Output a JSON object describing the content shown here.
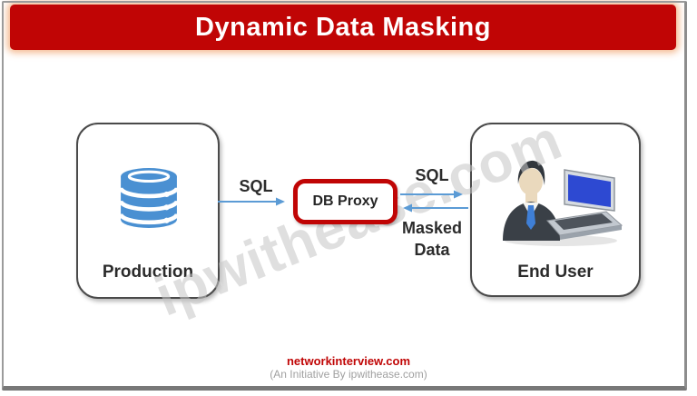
{
  "header": {
    "title": "Dynamic Data Masking"
  },
  "diagram": {
    "production": {
      "label": "Production",
      "icon": "database-icon"
    },
    "db_proxy": {
      "label": "DB Proxy"
    },
    "end_user": {
      "label": "End User",
      "icon": "user-laptop-icon"
    },
    "arrows": [
      {
        "label": "SQL",
        "from": "Production",
        "to": "DB Proxy",
        "direction": "right"
      },
      {
        "label": "SQL",
        "from": "DB Proxy",
        "to": "End User",
        "direction": "right"
      },
      {
        "label": "Masked Data",
        "from": "End User",
        "to": "DB Proxy",
        "direction": "left"
      }
    ]
  },
  "watermark": {
    "text": "ipwithease.com"
  },
  "footer": {
    "site": "networkinterview.com",
    "tagline": "(An Initiative By ipwithease.com)"
  },
  "colors": {
    "banner_red": "#c00505",
    "proxy_border_red": "#c00505",
    "arrow_blue": "#5b9bd5",
    "database_blue": "#4a90d2",
    "text_dark": "#2b2b2b",
    "footer_gray": "#a0a0a0",
    "watermark_gray": "#c6c6c6"
  }
}
